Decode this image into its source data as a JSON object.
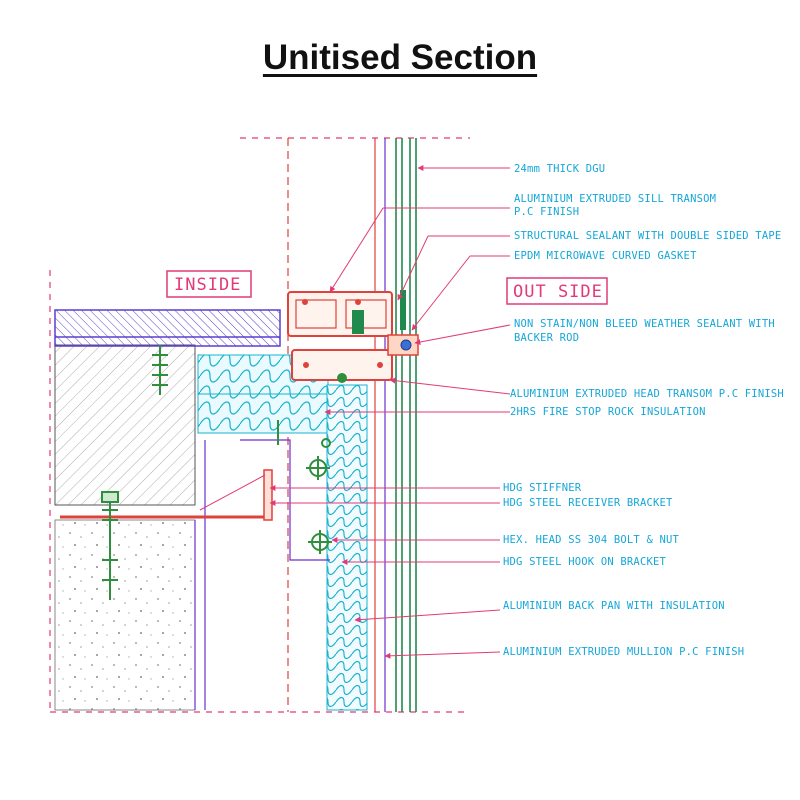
{
  "title": "Unitised Section",
  "tags": {
    "inside": "INSIDE",
    "outside": "OUT SIDE"
  },
  "labels": [
    "24mm THICK DGU",
    "ALUMINIUM EXTRUDED SILL TRANSOM",
    "P.C FINISH",
    "STRUCTURAL SEALANT WITH DOUBLE SIDED TAPE",
    "EPDM MICROWAVE CURVED GASKET",
    "NON STAIN/NON BLEED WEATHER SEALANT WITH",
    "BACKER ROD",
    "ALUMINIUM EXTRUDED HEAD TRANSOM P.C FINISH",
    "2HRS FIRE STOP ROCK INSULATION",
    "HDG STIFFNER",
    "HDG STEEL RECEIVER BRACKET",
    "HEX. HEAD SS 304 BOLT & NUT",
    "HDG STEEL HOOK ON BRACKET",
    "ALUMINIUM BACK PAN WITH INSULATION",
    "ALUMINIUM EXTRUDED MULLION P.C FINISH"
  ],
  "colors": {
    "label_text": "#14a7d8",
    "leader": "#e23a78",
    "glass": "#1f8a4c",
    "outline": "#6a2fd0",
    "transom": "#e0413a",
    "insulation": "#1ab3cf",
    "bracket": "#2f8f3d"
  }
}
